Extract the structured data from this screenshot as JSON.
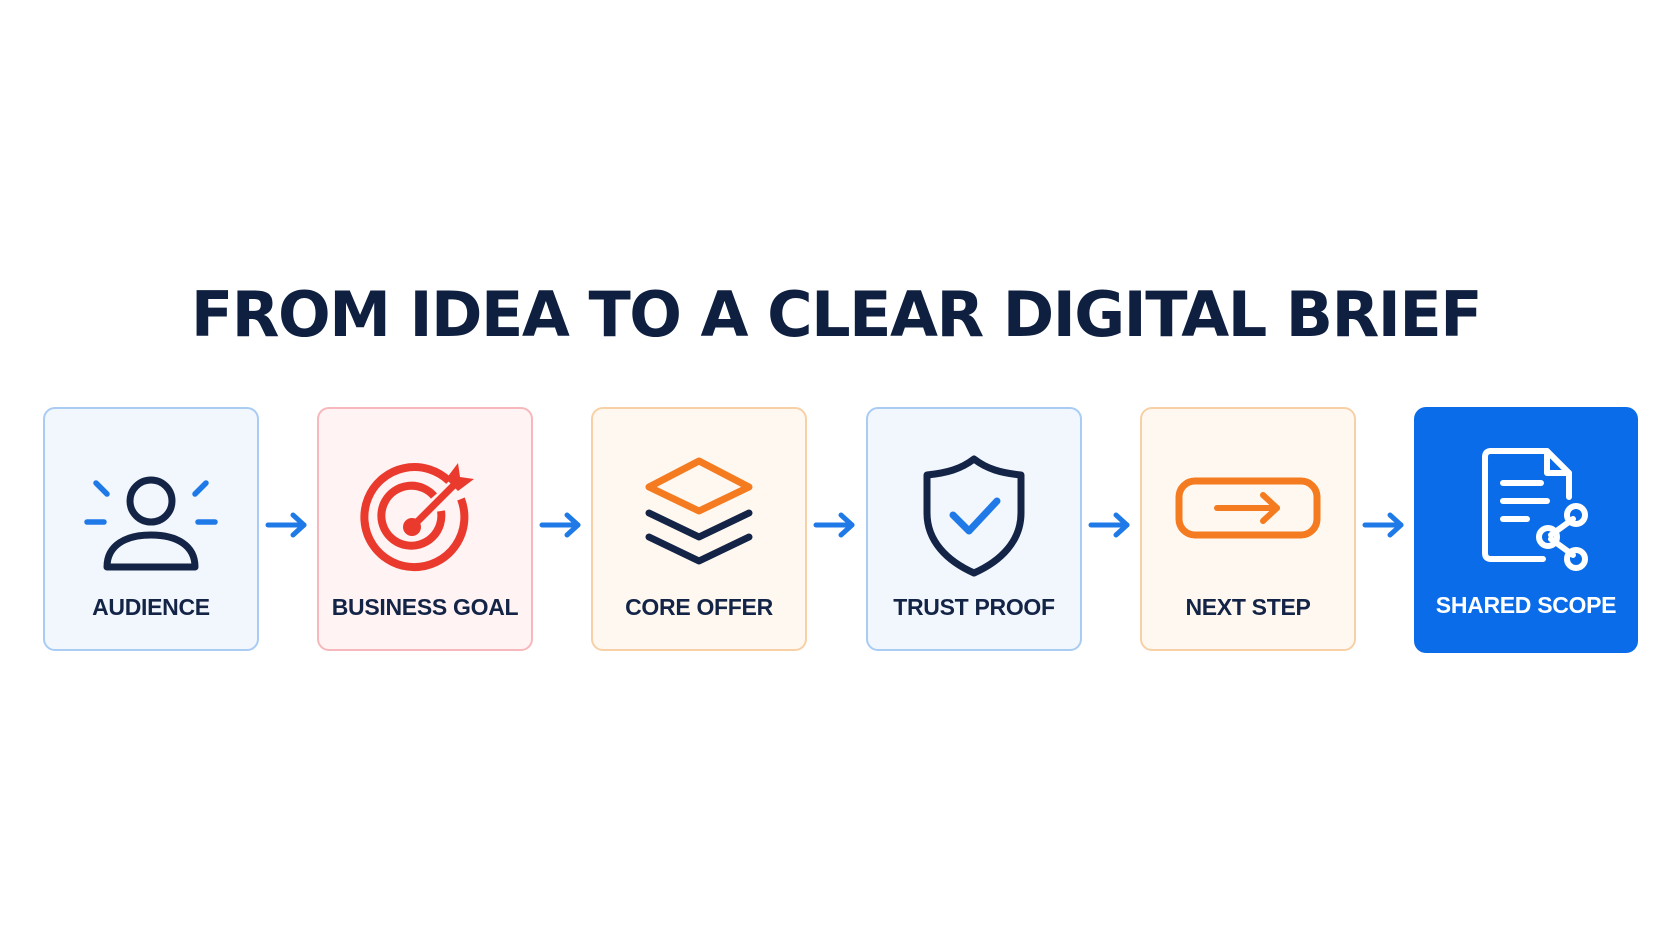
{
  "title": "FROM IDEA TO A CLEAR DIGITAL BRIEF",
  "colors": {
    "navy": "#132447",
    "accent_blue": "#0a6ce9",
    "red": "#ea3a2d",
    "orange": "#f47b20"
  },
  "steps": [
    {
      "label": "AUDIENCE",
      "icon": "person-icon"
    },
    {
      "label": "BUSINESS GOAL",
      "icon": "target-icon"
    },
    {
      "label": "CORE OFFER",
      "icon": "layers-icon"
    },
    {
      "label": "TRUST PROOF",
      "icon": "shield-check-icon"
    },
    {
      "label": "NEXT STEP",
      "icon": "arrow-button-icon"
    },
    {
      "label": "SHARED SCOPE",
      "icon": "shared-document-icon"
    }
  ]
}
